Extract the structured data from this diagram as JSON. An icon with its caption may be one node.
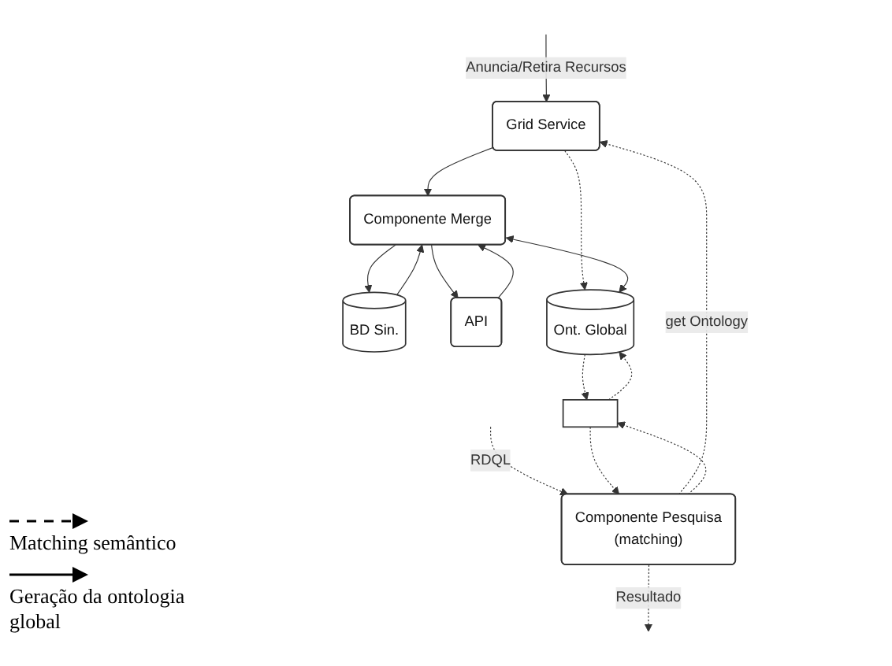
{
  "diagram": {
    "nodes": [
      {
        "text": [
          "Grid Service"
        ]
      },
      {
        "text": [
          "Componente Pesquisa",
          "(matching)"
        ]
      },
      {
        "text": [
          "BD Sin."
        ]
      },
      {
        "text": [
          "Componente Merge"
        ]
      },
      {
        "text": [],
        "shape": "box"
      },
      {
        "text": [
          "API"
        ]
      },
      {
        "text": [
          "Ont. Global"
        ]
      }
    ],
    "edges": [
      {
        "from": null,
        "to": 0,
        "arrow": "to",
        "label": "Anuncia/Retira Recursos"
      },
      {
        "from": null,
        "to": 1,
        "arrow": "to",
        "label": "RDQL",
        "style": "dashed"
      },
      {
        "from": 1,
        "to": null,
        "arrow": "to",
        "label": "Resultado",
        "style": "dashed"
      },
      {
        "from": 1,
        "to": 0,
        "arrow": "to",
        "label": "get Ontology",
        "style": "dashed"
      },
      {
        "from": 0,
        "to": 3,
        "arrow": "to"
      },
      {
        "from": 3,
        "to": 2,
        "arrow": "to"
      },
      {
        "from": 2,
        "to": 3,
        "arrow": "to"
      },
      {
        "from": 0,
        "to": 6,
        "arrow": "to",
        "style": "dashed"
      },
      {
        "from": 1,
        "to": 4,
        "arrow": "to",
        "style": "dashed"
      },
      {
        "from": 4,
        "to": 1,
        "arrow": "to",
        "style": "dashed"
      },
      {
        "from": 3,
        "to": 5,
        "arrow": "to"
      },
      {
        "from": 5,
        "to": 3,
        "arrow": "to"
      },
      {
        "from": 3,
        "to": 6,
        "arrow": "both"
      },
      {
        "from": 4,
        "to": 6,
        "arrow": "to",
        "style": "dashed"
      },
      {
        "from": 6,
        "to": 4,
        "arrow": "to",
        "style": "dashed"
      }
    ],
    "legend": [
      {
        "text": "Matching semântico"
      },
      {
        "text": "Geração da ontologia global"
      }
    ]
  }
}
